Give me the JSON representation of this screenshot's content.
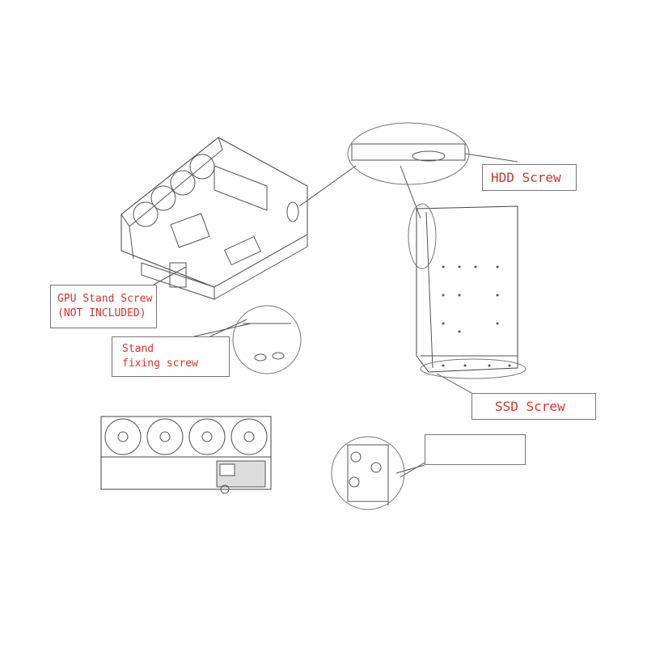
{
  "labels": {
    "gpu_stand_screw": {
      "line1": "GPU Stand Screw",
      "line2": "(NOT INCLUDED)"
    },
    "stand_fixing_screw": {
      "line1": "Stand",
      "line2": "fixing screw"
    },
    "hdd_screw": "HDD Screw",
    "ssd_screw": "SSD Screw",
    "empty_label": ""
  },
  "colors": {
    "label_text": "#e0302c",
    "line": "#555555",
    "box_border": "#777777"
  }
}
